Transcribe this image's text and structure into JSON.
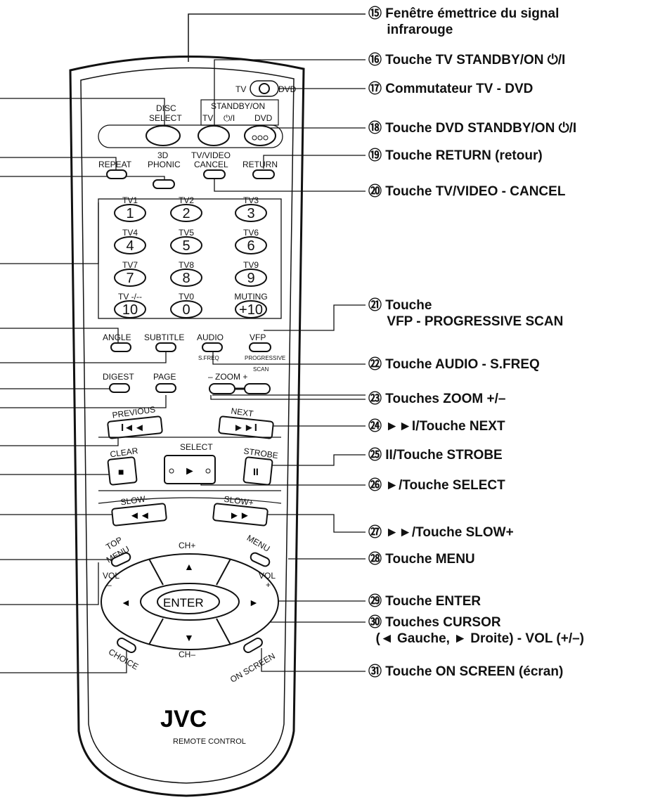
{
  "callouts": [
    {
      "text": "⑮ Fenêtre émettrice du signal\n     infrarouge"
    },
    {
      "text": "⑯ Touche TV STANDBY/ON ⏻/I"
    },
    {
      "text": "⑰ Commutateur TV - DVD"
    },
    {
      "text": "⑱ Touche DVD STANDBY/ON ⏻/I"
    },
    {
      "text": "⑲ Touche RETURN (retour)"
    },
    {
      "text": "⑳ Touche TV/VIDEO - CANCEL"
    },
    {
      "text": "㉑ Touche\n     VFP - PROGRESSIVE SCAN"
    },
    {
      "text": "㉒ Touche AUDIO - S.FREQ"
    },
    {
      "text": "㉓ Touches ZOOM +/–"
    },
    {
      "text": "㉔ ►►I/Touche NEXT"
    },
    {
      "text": "㉕ II/Touche STROBE"
    },
    {
      "text": "㉖ ►/Touche SELECT"
    },
    {
      "text": "㉗ ►►/Touche SLOW+"
    },
    {
      "text": "㉘ Touche MENU"
    },
    {
      "text": "㉙ Touche ENTER"
    },
    {
      "text": "㉚ Touches CURSOR\n  (◄ Gauche, ► Droite) - VOL (+/–)"
    },
    {
      "text": "㉛ Touche ON SCREEN (écran)"
    }
  ],
  "remote": {
    "switch_tv": "TV",
    "switch_dvd": "DVD",
    "standby_on": "STANDBY/ON",
    "tv": "TV",
    "power_symbol": "⏻/I",
    "dvd": "DVD",
    "disc": "DISC",
    "select": "SELECT",
    "repeat": "REPEAT",
    "three_d": "3D",
    "phonic": "PHONIC",
    "tv_video": "TV/VIDEO",
    "cancel": "CANCEL",
    "return": "RETURN",
    "keypad": [
      {
        "top": "TV1",
        "label": "1"
      },
      {
        "top": "TV2",
        "label": "2"
      },
      {
        "top": "TV3",
        "label": "3"
      },
      {
        "top": "TV4",
        "label": "4"
      },
      {
        "top": "TV5",
        "label": "5"
      },
      {
        "top": "TV6",
        "label": "6"
      },
      {
        "top": "TV7",
        "label": "7"
      },
      {
        "top": "TV8",
        "label": "8"
      },
      {
        "top": "TV9",
        "label": "9"
      },
      {
        "top": "TV -/--",
        "label": "10"
      },
      {
        "top": "TV0",
        "label": "0"
      },
      {
        "top": "MUTING",
        "label": "+10"
      }
    ],
    "angle": "ANGLE",
    "subtitle": "SUBTITLE",
    "audio": "AUDIO",
    "s_freq": "S.FREQ",
    "vfp": "VFP",
    "progressive": "PROGRESSIVE",
    "scan": "SCAN",
    "digest": "DIGEST",
    "page": "PAGE",
    "zoom": "–  ZOOM  +",
    "previous": "PREVIOUS",
    "next": "NEXT",
    "clear": "CLEAR",
    "strobe": "STROBE",
    "slow_minus": "SLOW–",
    "slow_plus": "SLOW+",
    "top": "TOP",
    "menu_word": "MENU",
    "menu": "MENU",
    "ch_plus": "CH+",
    "ch_minus": "CH–",
    "vol": "VOL",
    "minus": "–",
    "plus": "+",
    "enter": "ENTER",
    "choice": "CHOICE",
    "on_screen": "ON SCREEN",
    "brand": "JVC",
    "remote_control": "REMOTE CONTROL"
  }
}
